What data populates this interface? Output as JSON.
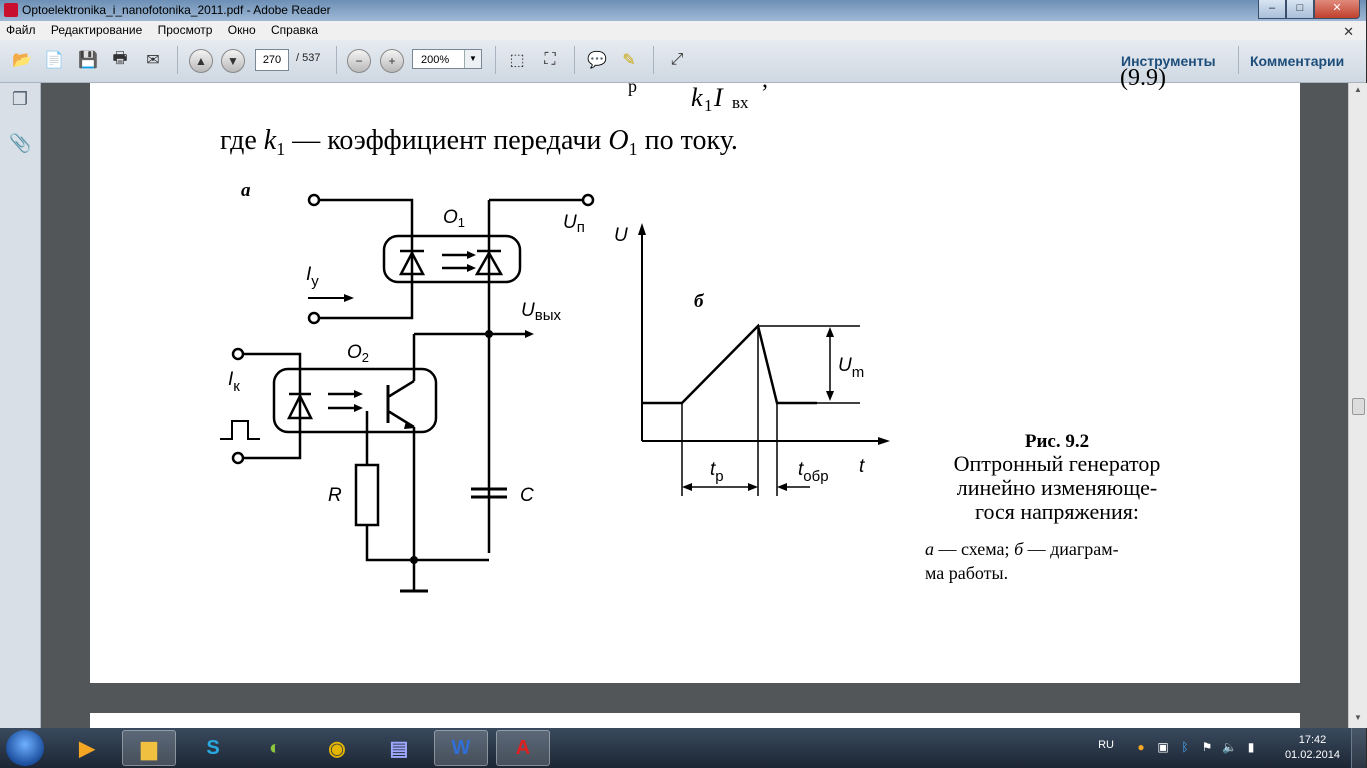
{
  "window": {
    "title": "Optoelektronika_i_nanofotonika_2011.pdf - Adobe Reader",
    "min": "–",
    "max": "□",
    "close": "✕"
  },
  "menu": [
    "Файл",
    "Редактирование",
    "Просмотр",
    "Окно",
    "Справка"
  ],
  "menu_close": "✕",
  "toolbar": {
    "page_current": "270",
    "page_total": "/ 537",
    "zoom": "200%",
    "tools_label": "Инструменты",
    "comments_label": "Комментарии"
  },
  "document": {
    "formula_top_k": "k",
    "formula_top_k_sub": "1",
    "formula_top_I": "I",
    "formula_top_I_sub": "вх",
    "formula_top_p": "р",
    "formula_top_comma": ",",
    "formula_number": "(9.9)",
    "text_prefix": "где ",
    "text_k": "k",
    "text_k_sub": "1",
    "text_mid": " — коэффициент передачи ",
    "text_O": "O",
    "text_O_sub": "1",
    "text_suffix": " по току.",
    "circuit": {
      "label_a": "а",
      "O1": "O",
      "O1_sub": "1",
      "Un": "U",
      "Un_sub": "п",
      "Iy": "I",
      "Iy_sub": "у",
      "Uout": "U",
      "Uout_sub": "вых",
      "O2": "O",
      "O2_sub": "2",
      "Ik": "I",
      "Ik_sub": "к",
      "R": "R",
      "C": "C"
    },
    "diagram": {
      "label_b": "б",
      "U": "U",
      "Um": "U",
      "Um_sub": "m",
      "t": "t",
      "tp": "t",
      "tp_sub": "р",
      "tobr": "t",
      "tobr_sub": "обр"
    },
    "caption": {
      "title": "Рис. 9.2",
      "line1": "Оптронный генератор",
      "line2": "линейно изменяюще-",
      "line3": "гося напряжения:",
      "line4_a": "а",
      "line4_rest": " — схема; ",
      "line4_b": "б",
      "line4_end": " — диаграм-",
      "line5": "ма работы."
    }
  },
  "taskbar": {
    "lang": "RU",
    "time": "17:42",
    "date": "01.02.2014"
  },
  "colors": {
    "accent": "#1d4d7a",
    "acrobat": "#c8102e"
  }
}
